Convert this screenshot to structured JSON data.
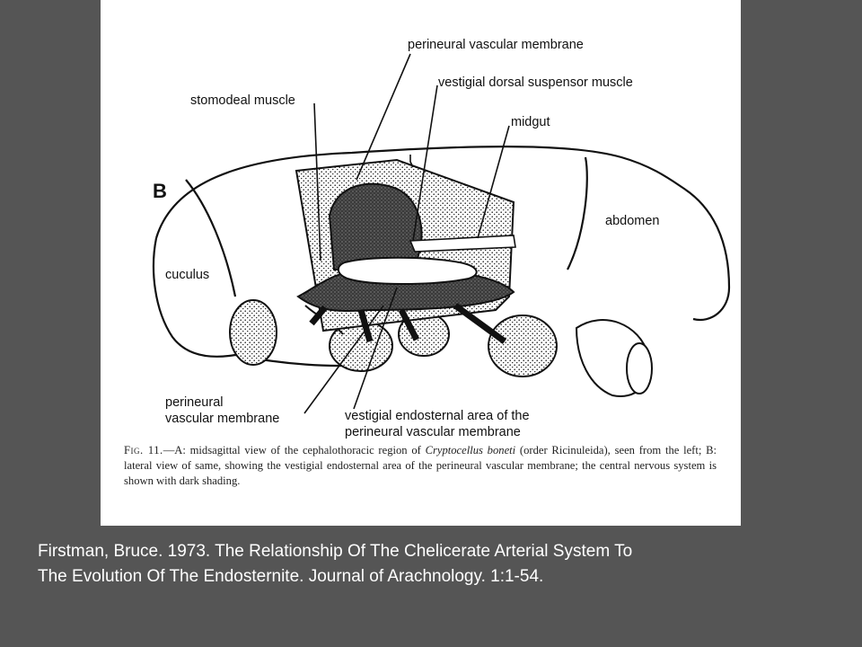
{
  "figure": {
    "panel_letter": "B",
    "labels": {
      "perineural_vascular_membrane_top": "perineural vascular membrane",
      "vestigial_dorsal_suspensor_muscle": "vestigial dorsal suspensor muscle",
      "stomodeal_muscle": "stomodeal muscle",
      "midgut": "midgut",
      "abdomen": "abdomen",
      "cuculus": "cuculus",
      "perineural_line1": "perineural",
      "perineural_line2": "vascular membrane",
      "vestigial_endosternal_line1": "vestigial endosternal area of the",
      "vestigial_endosternal_line2": "perineural vascular membrane"
    },
    "caption": {
      "fig_label": "Fig. 11.",
      "text_a": "—A: midsagittal view of the cephalothoracic region of ",
      "species": "Cryptocellus boneti",
      "text_b": " (order Ricinuleida), seen from the left; B: lateral view of same, showing the vestigial endosternal area of the perineural vascular membrane; the central nervous system is shown with dark shading."
    }
  },
  "citation": {
    "line1": "Firstman, Bruce.  1973.  The Relationship Of The Chelicerate Arterial System To",
    "line2": "The Evolution Of The Endosternite.  Journal of Arachnology.  1:1-54."
  }
}
